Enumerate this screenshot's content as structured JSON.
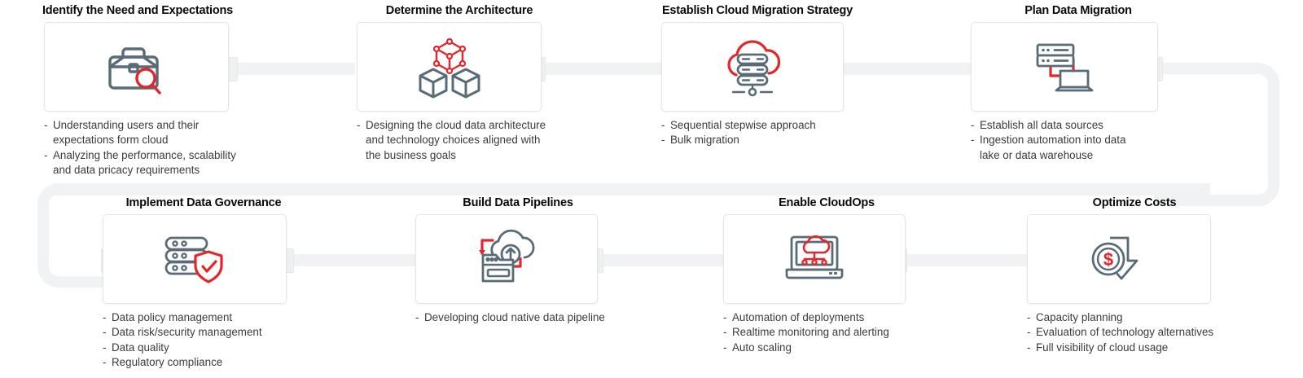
{
  "colors": {
    "accent_red": "#e4262b",
    "icon_gray": "#5a6b78",
    "title_black": "#0a0a0a",
    "body_gray": "#3b3b3b",
    "card_border": "#e3e5e7",
    "track_gray": "#f1f2f3",
    "background": "#ffffff"
  },
  "diagram": {
    "type": "process-flow",
    "orientation": "serpentine-two-rows",
    "step_count": 8
  },
  "steps": [
    {
      "index": 1,
      "title": "Identify the Need and Expectations",
      "icon": "briefcase-magnifier-icon",
      "bullets": [
        {
          "line1": "Understanding users and their",
          "line2": "expectations form cloud"
        },
        {
          "line1": "Analyzing the performance, scalability",
          "line2": "and data pricacy requirements"
        }
      ]
    },
    {
      "index": 2,
      "title": "Determine the Architecture",
      "icon": "stacked-cubes-icon",
      "bullets": [
        {
          "line1": "Designing the cloud data architecture",
          "line2": "and technology choices aligned with",
          "line3": "the business goals"
        }
      ]
    },
    {
      "index": 3,
      "title": "Establish Cloud Migration Strategy",
      "icon": "cloud-server-icon",
      "bullets": [
        {
          "line1": "Sequential stepwise approach"
        },
        {
          "line1": "Bulk migration"
        }
      ]
    },
    {
      "index": 4,
      "title": "Plan Data Migration",
      "icon": "server-to-laptop-icon",
      "bullets": [
        {
          "line1": "Establish all data sources"
        },
        {
          "line1": "Ingestion automation into data",
          "line2": "lake or data warehouse"
        }
      ]
    },
    {
      "index": 5,
      "title": "Implement Data Governance",
      "icon": "server-shield-check-icon",
      "bullets": [
        {
          "line1": "Data policy management"
        },
        {
          "line1": "Data risk/security management"
        },
        {
          "line1": "Data quality"
        },
        {
          "line1": "Regulatory compliance"
        }
      ]
    },
    {
      "index": 6,
      "title": "Build Data Pipelines",
      "icon": "folder-cloud-upload-icon",
      "bullets": [
        {
          "line1": "Developing cloud native data pipeline"
        }
      ]
    },
    {
      "index": 7,
      "title": "Enable CloudOps",
      "icon": "laptop-cloud-network-icon",
      "bullets": [
        {
          "line1": "Automation of deployments"
        },
        {
          "line1": "Realtime monitoring and alerting"
        },
        {
          "line1": "Auto scaling"
        }
      ]
    },
    {
      "index": 8,
      "title": "Optimize Costs",
      "icon": "coin-dollar-down-arrow-icon",
      "bullets": [
        {
          "line1": "Capacity planning"
        },
        {
          "line1": "Evaluation of technology alternatives"
        },
        {
          "line1": "Full visibility of cloud usage"
        }
      ]
    }
  ],
  "bullet_marker": "-"
}
